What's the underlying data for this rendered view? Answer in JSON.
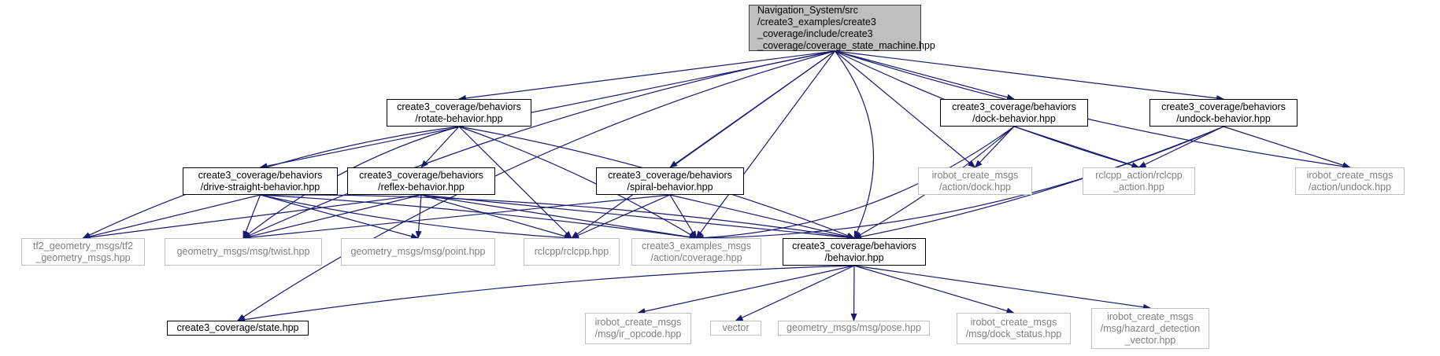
{
  "graph": {
    "edge_color": "#191970",
    "root_fill": "#bfbfbf",
    "nodes": {
      "root": "Navigation_System/src\n/create3_examples/create3\n_coverage/include/create3\n_coverage/coverage_state_machine.hpp",
      "rotate": "create3_coverage/behaviors\n/rotate-behavior.hpp",
      "dock": "create3_coverage/behaviors\n/dock-behavior.hpp",
      "undock": "create3_coverage/behaviors\n/undock-behavior.hpp",
      "drive": "create3_coverage/behaviors\n/drive-straight-behavior.hpp",
      "reflex": "create3_coverage/behaviors\n/reflex-behavior.hpp",
      "spiral": "create3_coverage/behaviors\n/spiral-behavior.hpp",
      "irdock": "irobot_create_msgs\n/action/dock.hpp",
      "rclaction": "rclcpp_action/rclcpp\n_action.hpp",
      "irundock": "irobot_create_msgs\n/action/undock.hpp",
      "tf2": "tf2_geometry_msgs/tf2\n_geometry_msgs.hpp",
      "twist": "geometry_msgs/msg/twist.hpp",
      "point": "geometry_msgs/msg/point.hpp",
      "rclcpp": "rclcpp/rclcpp.hpp",
      "coverage": "create3_examples_msgs\n/action/coverage.hpp",
      "behavior": "create3_coverage/behaviors\n/behavior.hpp",
      "state": "create3_coverage/state.hpp",
      "ir_opcode": "irobot_create_msgs\n/msg/ir_opcode.hpp",
      "vector": "vector",
      "pose": "geometry_msgs/msg/pose.hpp",
      "dock_status": "irobot_create_msgs\n/msg/dock_status.hpp",
      "hazard": "irobot_create_msgs\n/msg/hazard_detection\n_vector.hpp"
    }
  }
}
